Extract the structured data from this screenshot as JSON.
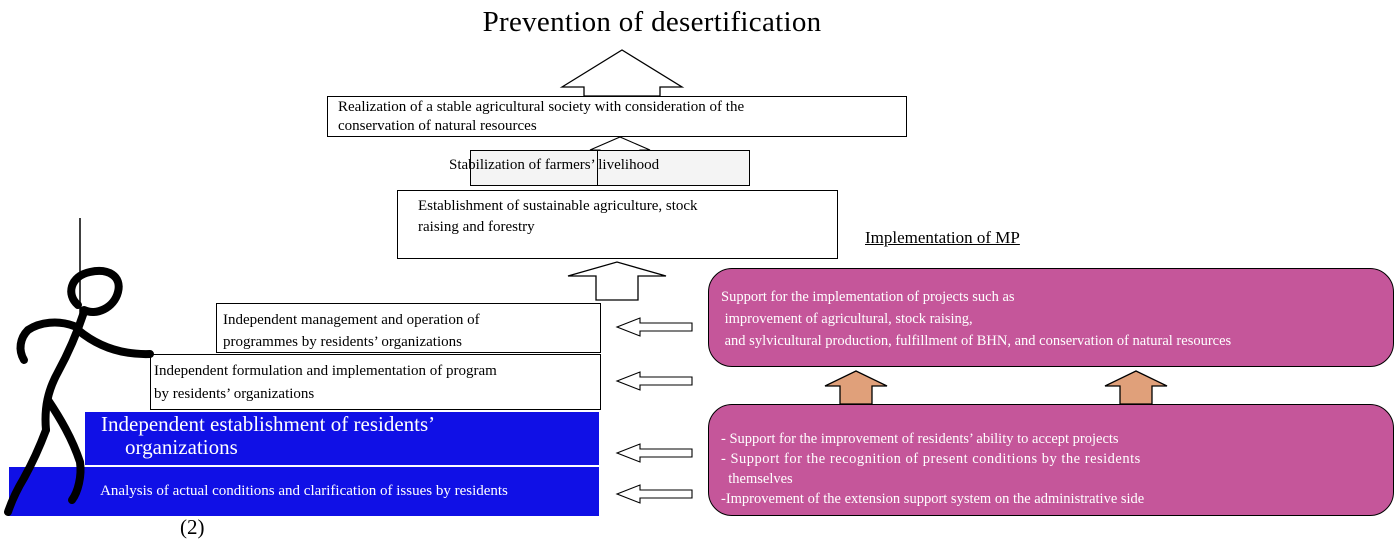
{
  "title": "Prevention of desertification",
  "goal": {
    "line1": "Realization of a stable agricultural society with consideration of the",
    "line2": "conservation of natural resources"
  },
  "livelihood": "Stabilization of farmers’ livelihood",
  "sustainable": {
    "line1": "Establishment of sustainable agriculture,  stock",
    "line2": "raising and forestry"
  },
  "steps": {
    "management": {
      "line1": "Independent management and operation of",
      "line2": "programmes by residents’ organizations"
    },
    "formulation": {
      "line1": "Independent formulation and implementation of program",
      "line2": "by residents’ organizations"
    },
    "establishment": {
      "line1": "Independent establishment of residents’",
      "line2": "organizations"
    },
    "analysis": "Analysis of actual conditions and clarification of issues by residents"
  },
  "mp_heading": "Implementation of MP",
  "support_projects": {
    "line1": "Support for the implementation of projects such as",
    "line2": " improvement of agricultural, stock raising,",
    "line3": " and sylvicultural production, fulfillment of BHN, and conservation of natural resources"
  },
  "support_residents": {
    "line1": "- Support for the improvement of residents’ ability to accept projects",
    "line2": "- Support for the recognition of present conditions by the residents",
    "line3": "  themselves",
    "line4": "-Improvement of the extension support system on the administrative side"
  },
  "caption": "(2)",
  "colors": {
    "pink": "#c5569a",
    "blue": "#1010e6",
    "orange_arrow": "#e0a07a"
  }
}
